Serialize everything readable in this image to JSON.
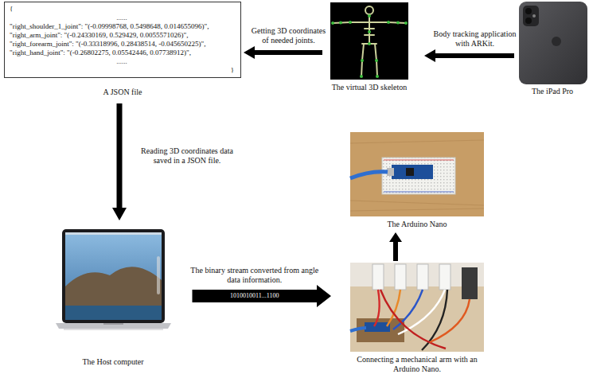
{
  "diagram": {
    "nodes": [
      {
        "text": [
          "{",
          "......",
          "\"right_shoulder_1_joint\": \"(-0.09998768, 0.5498648, 0.014655096)\",",
          "\"right_arm_joint\": \"(-0.24330169, 0.529429, 0.0055571026)\",",
          "\"right_forearm_joint\": \"(-0.33318996, 0.28438514, -0.045650225)\",",
          "\"right_hand_joint\": \"(-0.26802275, 0.05542446, 0.07738912)\",",
          "......",
          "}",
          "A JSON file"
        ]
      },
      {
        "text": [
          "The virtual 3D skeleton"
        ]
      },
      {
        "text": [
          "The iPad Pro"
        ]
      },
      {
        "text": [
          "The Arduino Nano"
        ]
      },
      {
        "text": [
          "The Host computer"
        ]
      },
      {
        "text": [
          "Connecting a mechanical arm with an Arduino Nano."
        ]
      }
    ],
    "edges": [
      {
        "from": 2,
        "to": 1,
        "arrow": "to",
        "label": "Body tracking application with ARKit."
      },
      {
        "from": 1,
        "to": 0,
        "arrow": "to",
        "label": "Getting 3D coordinates of needed joints."
      },
      {
        "from": 0,
        "to": 4,
        "arrow": "to",
        "label": "Reading 3D coordinates data saved in a JSON file."
      },
      {
        "from": 4,
        "to": 5,
        "arrow": "to",
        "label": "The binary stream converted from angle data information."
      },
      {
        "from": 5,
        "to": 3,
        "arrow": "to"
      }
    ],
    "labels": [
      "1010010011...1100"
    ]
  }
}
